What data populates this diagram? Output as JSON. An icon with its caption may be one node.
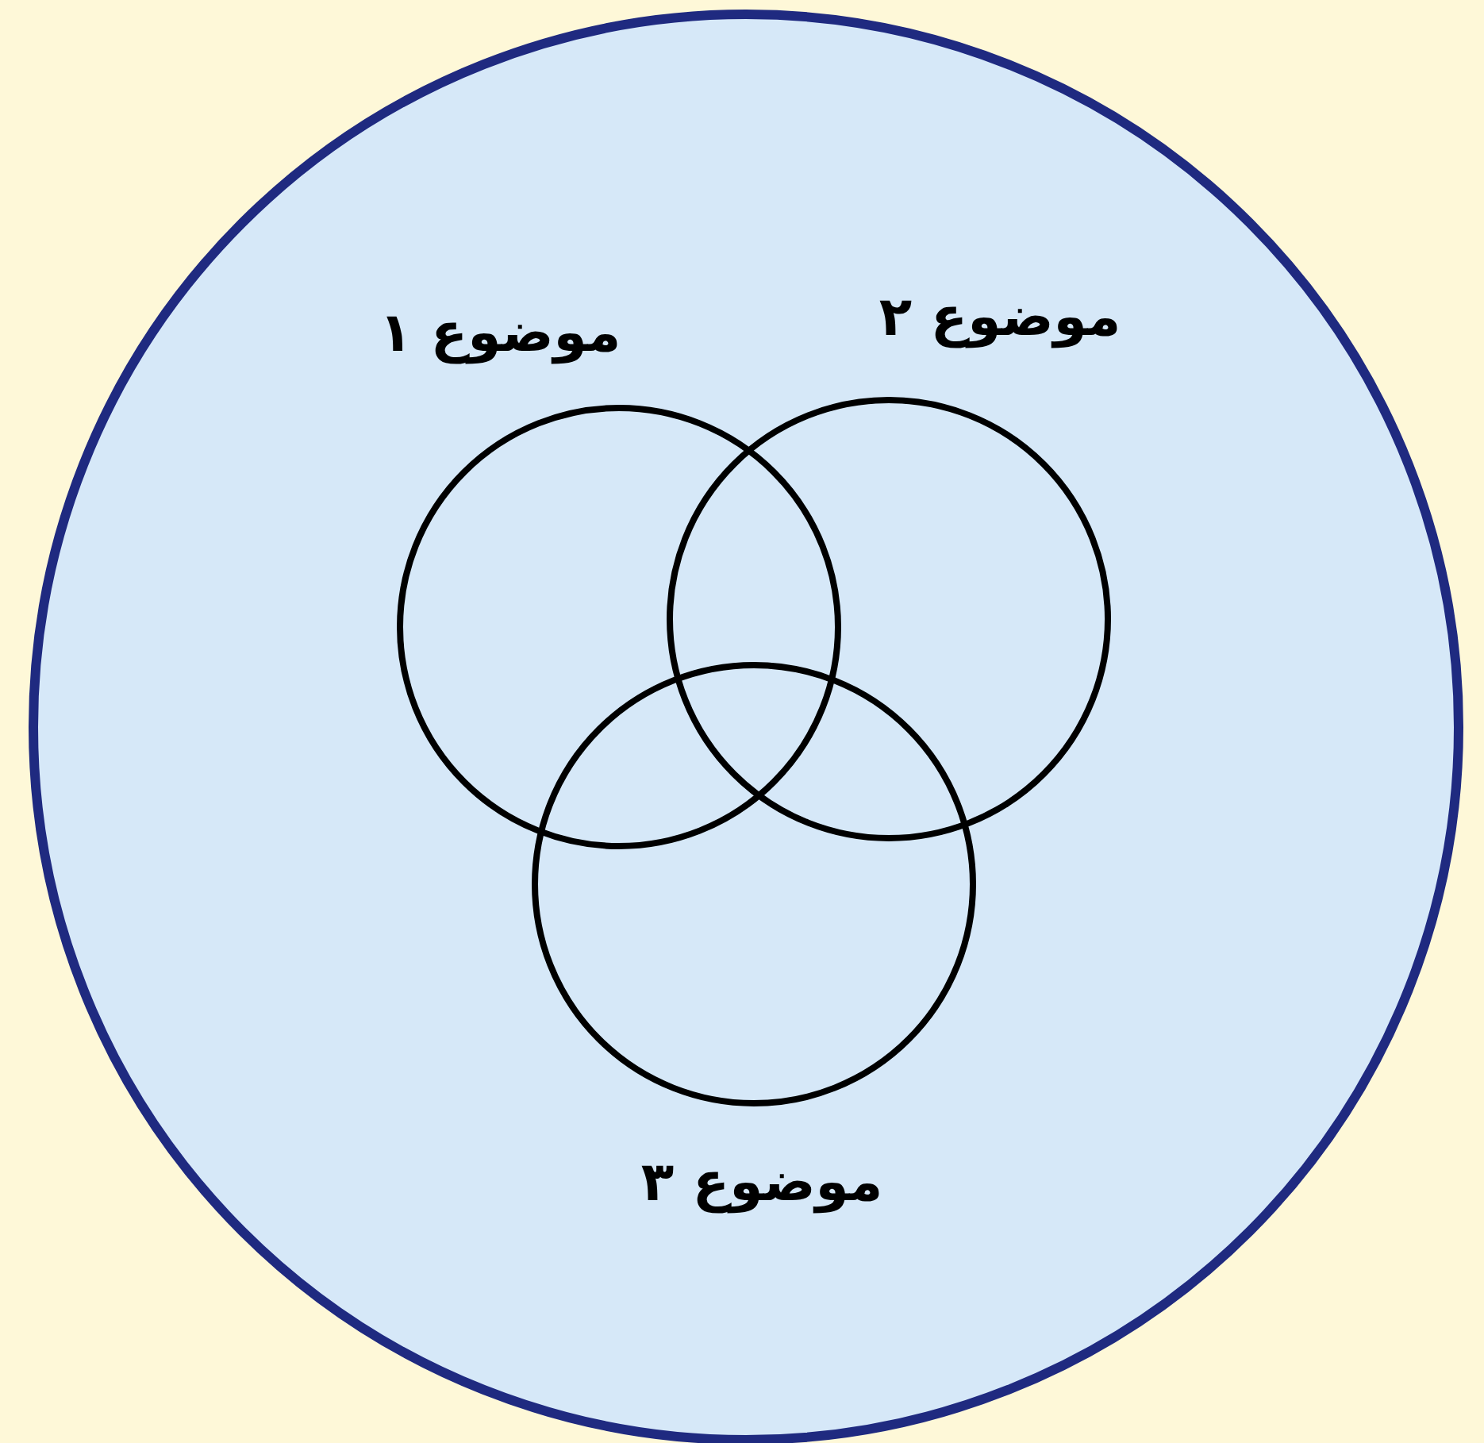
{
  "diagram": {
    "nodes": [
      {
        "text": [],
        "shape": "circle"
      },
      {
        "text": [
          "موضوع ۱"
        ],
        "in": 0
      },
      {
        "text": [
          "موضوع ۲"
        ],
        "in": 0
      },
      {
        "text": [
          "موضوع ۳"
        ],
        "in": 0
      }
    ]
  }
}
